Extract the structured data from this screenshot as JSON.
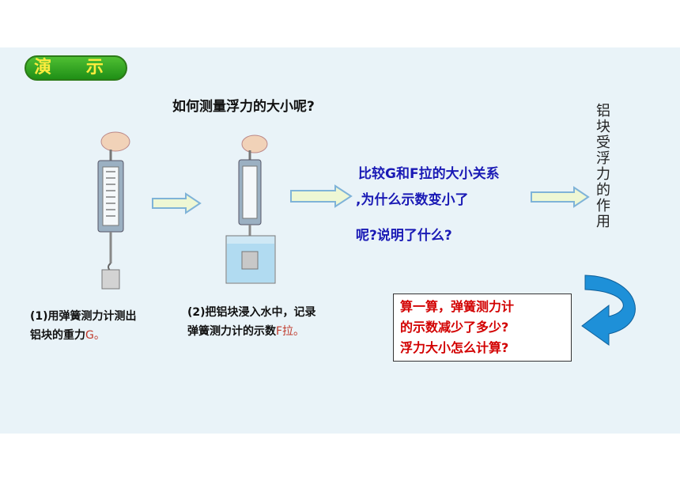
{
  "badge": {
    "label": "演 示"
  },
  "question": "如何测量浮力的大小呢?",
  "step1": {
    "line1": "(1)用弹簧测力计测出",
    "line2_prefix": "铝块的重力",
    "line2_red": "G。"
  },
  "step2": {
    "line1": "(2)把铝块浸入水中，记录",
    "line2_prefix": "弹簧测力计的示数",
    "line2_red": "F拉。"
  },
  "compare": {
    "line1": "比较G和F拉的大小关系",
    "line2": ",为什么示数变小了",
    "line3": "呢?说明了什么?"
  },
  "vertical_text": "铝块受浮力的作用",
  "calc": {
    "line1": "算一算，弹簧测力计",
    "line2": "的示数减少了多少?",
    "line3": "浮力大小怎么计算?"
  },
  "colors": {
    "badge_green": "#2fa21f",
    "badge_text": "#ffec3d",
    "blue_text": "#1a1ab5",
    "red_text": "#d20000",
    "arrow_fill": "#eef7d4",
    "curve_blue": "#1e90d8"
  }
}
